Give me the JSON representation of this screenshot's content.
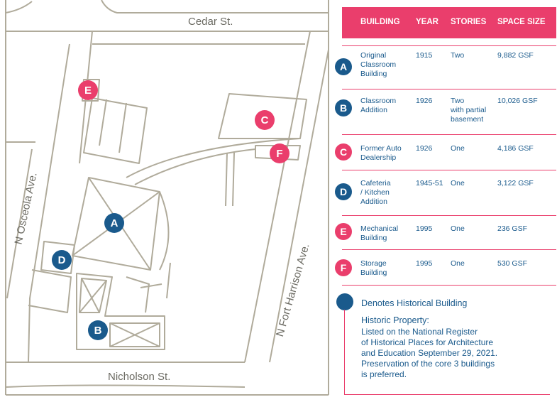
{
  "map": {
    "streets": {
      "top": "Cedar St.",
      "bottom": "Nicholson St.",
      "left": "N Osceola Ave.",
      "right": "N Fort Harrison Ave."
    },
    "pins": [
      {
        "letter": "A",
        "color": "#1a5a8c"
      },
      {
        "letter": "B",
        "color": "#1a5a8c"
      },
      {
        "letter": "C",
        "color": "#ea3e6c"
      },
      {
        "letter": "D",
        "color": "#1a5a8c"
      },
      {
        "letter": "E",
        "color": "#ea3e6c"
      },
      {
        "letter": "F",
        "color": "#ea3e6c"
      }
    ]
  },
  "table": {
    "header_color": "#ea3e6c",
    "headers": [
      "BUILDING",
      "YEAR",
      "STORIES",
      "SPACE SIZE"
    ],
    "rows": [
      {
        "letter": "A",
        "color": "#1a5a8c",
        "building": [
          "Original",
          "Classroom",
          "Building"
        ],
        "year": "1915",
        "stories": [
          "Two"
        ],
        "size": "9,882 GSF"
      },
      {
        "letter": "B",
        "color": "#1a5a8c",
        "building": [
          "Classroom",
          "Addition"
        ],
        "year": "1926",
        "stories": [
          "Two",
          "with partial",
          "basement"
        ],
        "size": "10,026 GSF"
      },
      {
        "letter": "C",
        "color": "#ea3e6c",
        "building": [
          "Former Auto",
          "Dealership"
        ],
        "year": "1926",
        "stories": [
          "One"
        ],
        "size": "4,186 GSF"
      },
      {
        "letter": "D",
        "color": "#1a5a8c",
        "building": [
          "Cafeteria",
          "/ Kitchen",
          "Addition"
        ],
        "year": "1945-51",
        "stories": [
          "One"
        ],
        "size": "3,122 GSF"
      },
      {
        "letter": "E",
        "color": "#ea3e6c",
        "building": [
          "Mechanical",
          "Building"
        ],
        "year": "1995",
        "stories": [
          "One"
        ],
        "size": "236 GSF"
      },
      {
        "letter": "F",
        "color": "#ea3e6c",
        "building": [
          "Storage",
          "Building"
        ],
        "year": "1995",
        "stories": [
          "One"
        ],
        "size": "530 GSF"
      }
    ]
  },
  "legend": {
    "denotes": "Denotes Historical Building",
    "historic_title": "Historic Property:",
    "historic_lines": [
      "Listed on the National Register",
      "of Historical Places for Architecture",
      "and Education September 29, 2021.",
      "Preservation of the core 3 buildings",
      "is preferred."
    ]
  }
}
